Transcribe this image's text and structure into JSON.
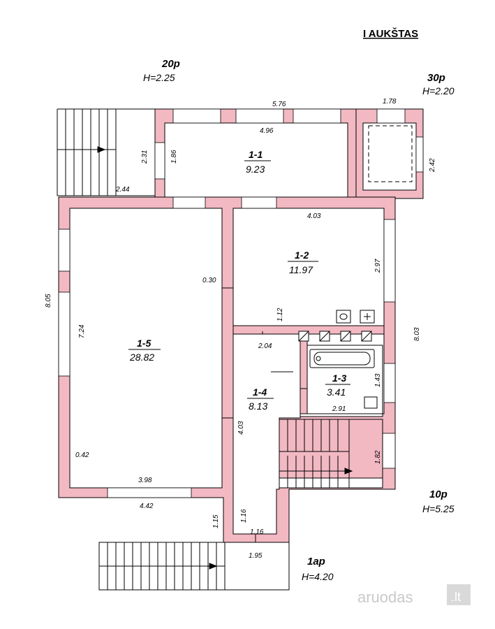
{
  "floor_title": "I AUKŠTAS",
  "annexes": {
    "a20p": {
      "name": "20p",
      "height": "H=2.25"
    },
    "a30p": {
      "name": "30p",
      "height": "H=2.20"
    },
    "a10p": {
      "name": "10p",
      "height": "H=5.25"
    },
    "a1ap": {
      "name": "1ap",
      "height": "H=4.20"
    }
  },
  "rooms": {
    "r11": {
      "id": "1-1",
      "area": "9.23"
    },
    "r12": {
      "id": "1-2",
      "area": "11.97"
    },
    "r13": {
      "id": "1-3",
      "area": "3.41"
    },
    "r14": {
      "id": "1-4",
      "area": "8.13"
    },
    "r15": {
      "id": "1-5",
      "area": "28.82"
    }
  },
  "dimensions": {
    "d576": "5.76",
    "d178": "1.78",
    "d496": "4.96",
    "d231": "2.31",
    "d186": "1.86",
    "d242": "2.42",
    "d244": "2.44",
    "d403a": "4.03",
    "d030": "0.30",
    "d297": "2.97",
    "d805": "8.05",
    "d724": "7.24",
    "d112": "1.12",
    "d803": "8.03",
    "d204": "2.04",
    "d143": "1.43",
    "d291": "2.91",
    "d403b": "4.03",
    "d042": "0.42",
    "d182": "1.82",
    "d398": "3.98",
    "d442": "4.42",
    "d116a": "1.16",
    "d115": "1.15",
    "d116b": "1.16",
    "d195": "1.95"
  },
  "watermark": {
    "text": "aruodas",
    "suffix": ".lt"
  },
  "colors": {
    "wall": "#f2b9c3",
    "wall_line": "#000000",
    "bg": "#ffffff"
  }
}
